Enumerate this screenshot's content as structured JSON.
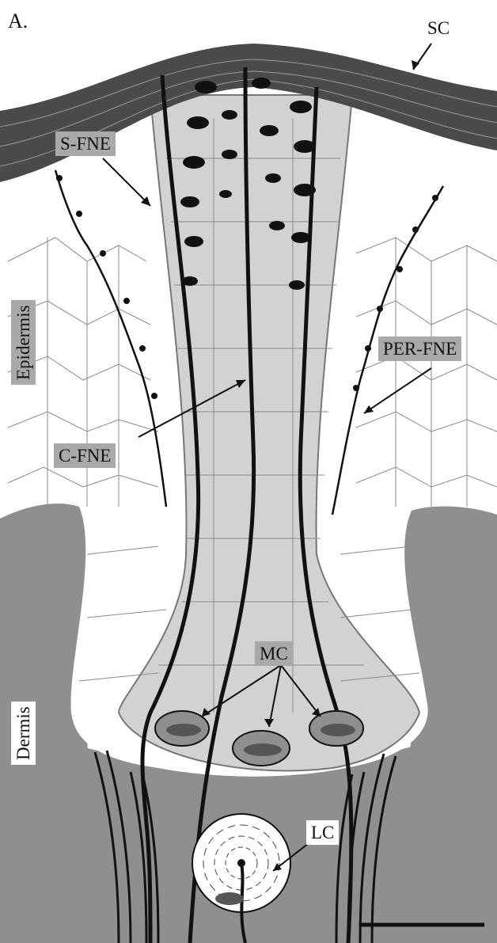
{
  "panel_label": "A.",
  "labels": {
    "sc": "SC",
    "s_fne": "S-FNE",
    "epidermis": "Epidermis",
    "per_fne": "PER-FNE",
    "c_fne": "C-FNE",
    "mc": "MC",
    "dermis": "Dermis",
    "lc": "LC"
  },
  "colors": {
    "stratum_corneum": "#4a4a4a",
    "dermis": "#8f8f8f",
    "column": "#d2d2d2",
    "nerve": "#111111",
    "label_box": "#a9a9a9"
  },
  "scale_bar": "scale-bar"
}
